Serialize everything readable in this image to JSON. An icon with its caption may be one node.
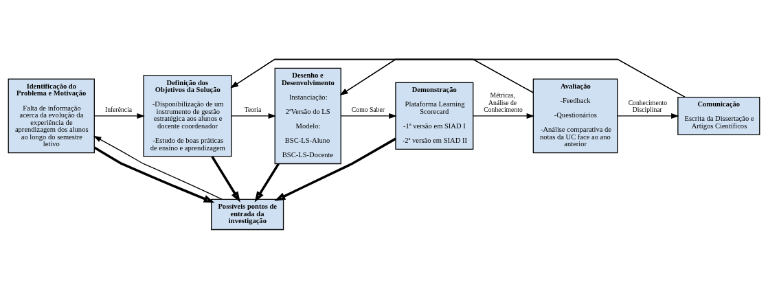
{
  "diagram": {
    "nodes": [
      {
        "text": [
          "Identificação do Problema e Motivação",
          "Falta de informação acerca da evolução da experiência de aprendizagem dos alunos ao longo do semestre letivo"
        ]
      },
      {
        "text": [
          "Definição dos Objetivos da Solução",
          "-Disponibilização de um instrumento de gestão estratégica aos alunos e docente coordenador",
          "-Estudo de boas práticas de ensino e aprendizagem"
        ]
      },
      {
        "text": [
          "Desenho e Desenvolvimento",
          "Instanciação:",
          "2ªVersão do LS",
          "Modelo:",
          "BSC-LS-Aluno",
          "BSC-LS-Docente"
        ]
      },
      {
        "text": [
          "Demonstração",
          "Plataforma Learning Scorecard",
          "-1ª versão em SIAD I",
          "-2ª versão em SIAD II"
        ]
      },
      {
        "text": [
          "Avaliação",
          "-Feedback",
          "-Questionários",
          "-Análise comparativa de notas da UC face ao ano anterior"
        ]
      },
      {
        "text": [
          "Comunicação",
          "Escrita da Dissertação e Artigos Científicos"
        ]
      },
      {
        "text": [
          "Possíveis pontos de entrada da investigação"
        ]
      }
    ],
    "edges": [
      {
        "from": 0,
        "to": 1,
        "arrow": "to",
        "label": "Inferência"
      },
      {
        "from": 1,
        "to": 2,
        "arrow": "to",
        "label": "Teoria"
      },
      {
        "from": 2,
        "to": 3,
        "arrow": "to",
        "label": "Como Saber"
      },
      {
        "from": 3,
        "to": 4,
        "arrow": "to",
        "label": "Métricas, Análise de Conhecimento"
      },
      {
        "from": 4,
        "to": 5,
        "arrow": "to",
        "label": "Conhecimento Disciplinar"
      },
      {
        "from": 4,
        "to": 1,
        "arrow": "to"
      },
      {
        "from": 4,
        "to": 2,
        "arrow": "to"
      },
      {
        "from": 5,
        "to": 1,
        "arrow": "to"
      },
      {
        "from": 5,
        "to": 2,
        "arrow": "to"
      },
      {
        "from": 0,
        "to": 6,
        "arrow": "to",
        "style": "thick"
      },
      {
        "from": 1,
        "to": 6,
        "arrow": "to",
        "style": "thick"
      },
      {
        "from": 2,
        "to": 6,
        "arrow": "to",
        "style": "thick"
      },
      {
        "from": 3,
        "to": 6,
        "arrow": "to",
        "style": "thick"
      },
      {
        "from": 6,
        "to": 0,
        "arrow": "to"
      }
    ]
  }
}
